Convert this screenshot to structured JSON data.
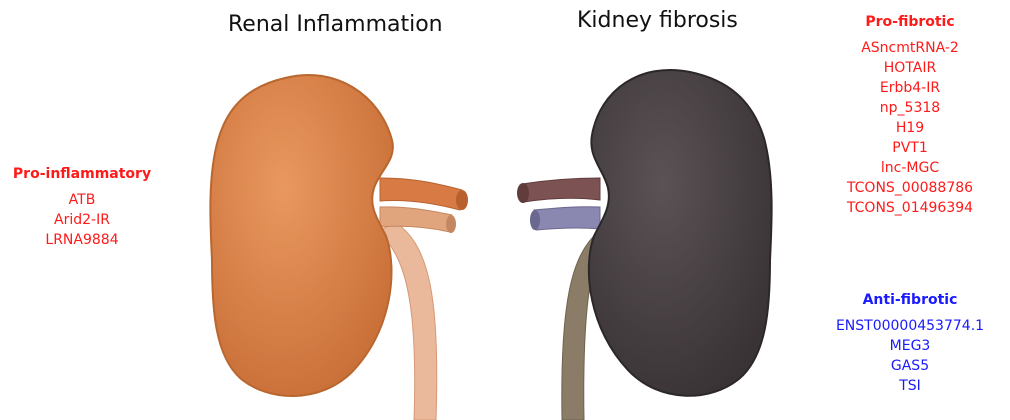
{
  "titles": {
    "left": "Renal Inflammation",
    "right": "Kidney fibrosis"
  },
  "pro_inflammatory": {
    "heading": "Pro-inflammatory",
    "items": [
      "ATB",
      "Arid2-IR",
      "LRNA9884"
    ]
  },
  "pro_fibrotic": {
    "heading": "Pro-fibrotic",
    "items": [
      "ASncmtRNA-2",
      "HOTAIR",
      "Erbb4-IR",
      "np_5318",
      "H19",
      "PVT1",
      "lnc-MGC",
      "TCONS_00088786",
      "TCONS_01496394"
    ]
  },
  "anti_fibrotic": {
    "heading": "Anti-fibrotic",
    "items": [
      "ENST00000453774.1",
      "MEG3",
      "GAS5",
      "TSI"
    ]
  },
  "colors": {
    "inflamed_kidney": "#d9834a",
    "fibrotic_kidney": "#4a4345",
    "pro_text": "#ff1a1a",
    "anti_text": "#1a1aff"
  }
}
